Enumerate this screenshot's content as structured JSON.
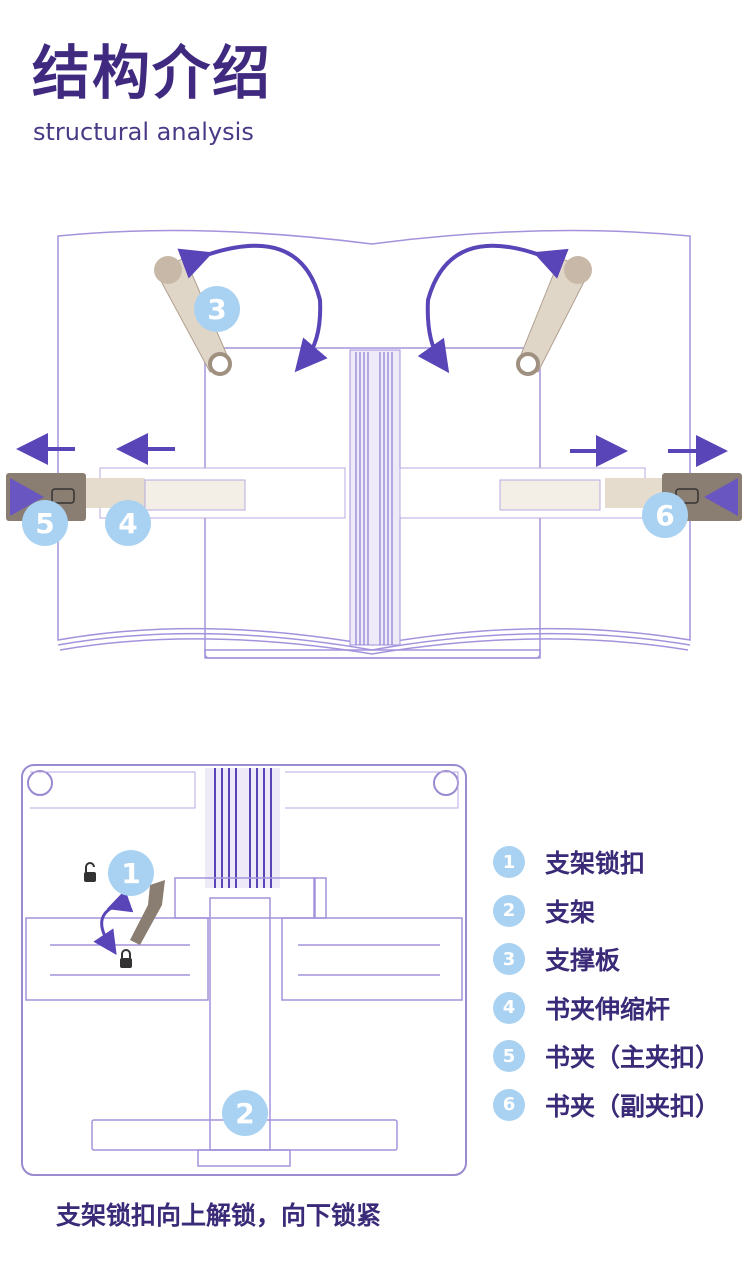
{
  "header": {
    "title": "结构介绍",
    "subtitle": "structural analysis"
  },
  "badges": {
    "b1": "1",
    "b2": "2",
    "b3": "3",
    "b4": "4",
    "b5": "5",
    "b6": "6"
  },
  "legend": [
    {
      "num": "1",
      "label": "支架锁扣"
    },
    {
      "num": "2",
      "label": "支架"
    },
    {
      "num": "3",
      "label": "支撑板"
    },
    {
      "num": "4",
      "label": "书夹伸缩杆"
    },
    {
      "num": "5",
      "label": "书夹（主夹扣）"
    },
    {
      "num": "6",
      "label": "书夹（副夹扣）"
    }
  ],
  "caption": "支架锁扣向上解锁，向下锁紧",
  "colors": {
    "title": "#3f2a80",
    "badge": "#a9d2f2",
    "line": "#a493dc",
    "arrow": "#5a45b8"
  }
}
